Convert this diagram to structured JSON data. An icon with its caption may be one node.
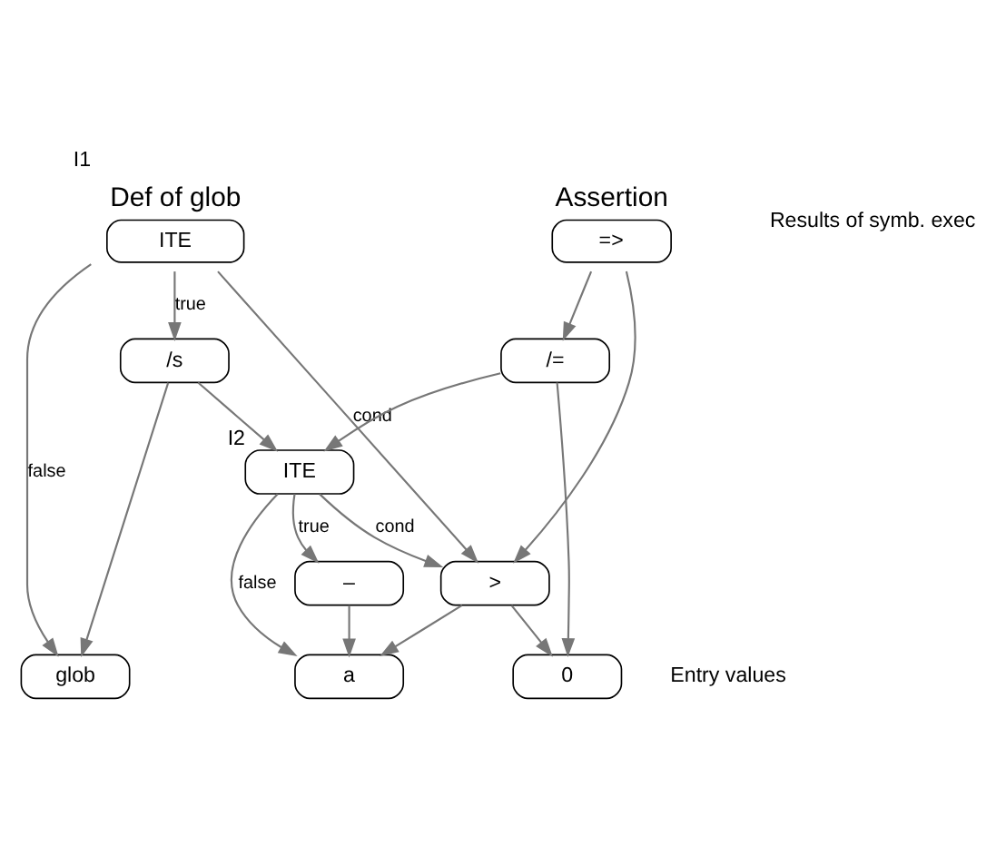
{
  "diagram": {
    "nodes": [
      {
        "text": [
          "Def of glob",
          "ITE"
        ],
        "beside": [
          "I1"
        ]
      },
      {
        "text": [
          "Assertion",
          "=>"
        ]
      },
      {
        "text": [
          "/s"
        ]
      },
      {
        "text": [
          "/="
        ]
      },
      {
        "text": [
          "ITE"
        ],
        "beside": [
          "I2"
        ]
      },
      {
        "text": [
          ">"
        ]
      },
      {
        "text": [
          "–"
        ]
      },
      {
        "text": [
          "glob"
        ]
      },
      {
        "text": [
          "0"
        ]
      },
      {
        "text": [
          "a"
        ]
      }
    ],
    "edges": [
      {
        "from": 0,
        "to": 2,
        "arrow": "to",
        "label": "true"
      },
      {
        "from": 0,
        "to": 5,
        "arrow": "to",
        "label": "cond"
      },
      {
        "from": 0,
        "to": 7,
        "arrow": "to",
        "label": "false"
      },
      {
        "from": 1,
        "to": 5,
        "arrow": "to"
      },
      {
        "from": 1,
        "to": 3,
        "arrow": "to"
      },
      {
        "from": 2,
        "to": 7,
        "arrow": "to"
      },
      {
        "from": 2,
        "to": 4,
        "arrow": "to"
      },
      {
        "from": 3,
        "to": 8,
        "arrow": "to"
      },
      {
        "from": 3,
        "to": 4,
        "arrow": "to"
      },
      {
        "from": 4,
        "to": 5,
        "arrow": "to",
        "label": "cond"
      },
      {
        "from": 4,
        "to": 6,
        "arrow": "to",
        "label": "true"
      },
      {
        "from": 4,
        "to": 9,
        "arrow": "to",
        "label": "false"
      },
      {
        "from": 5,
        "to": 8,
        "arrow": "to"
      },
      {
        "from": 5,
        "to": 9,
        "arrow": "to"
      },
      {
        "from": 6,
        "to": 9,
        "arrow": "to"
      }
    ],
    "labels": [
      "Results of symb. exec",
      "Entry values"
    ]
  }
}
